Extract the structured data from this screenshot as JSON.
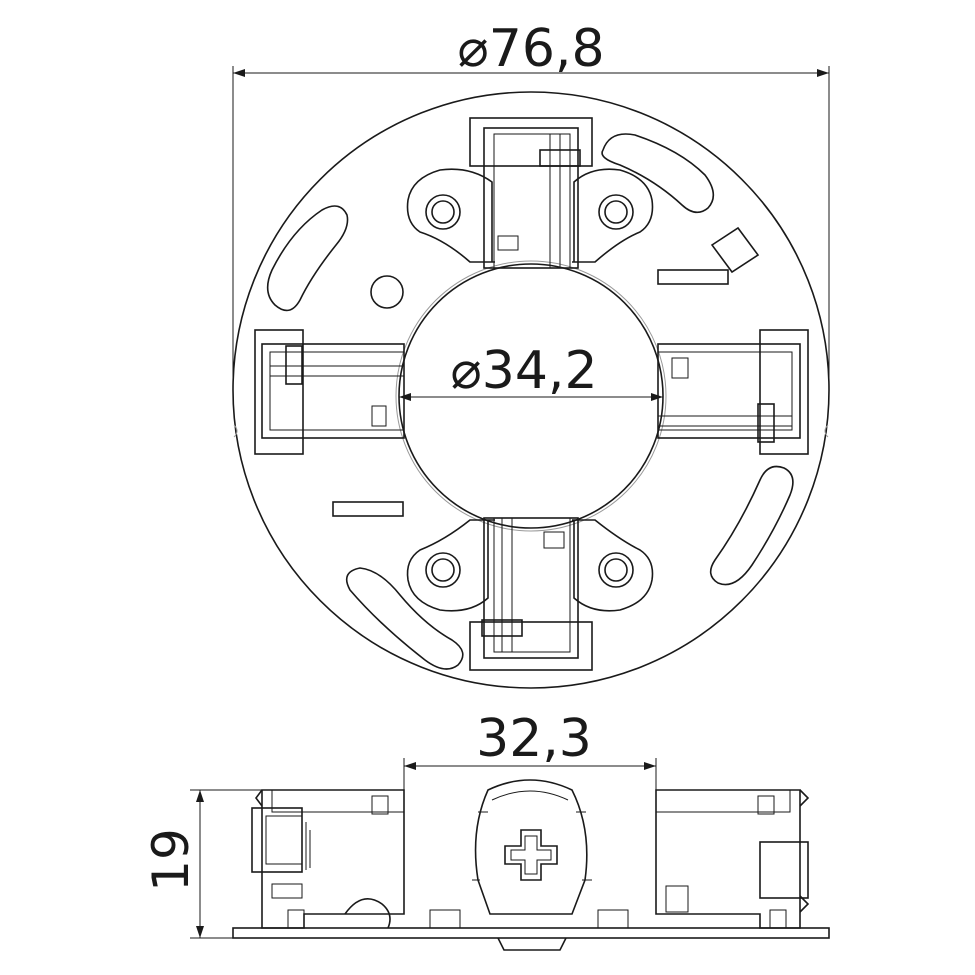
{
  "dimensions": {
    "outer_diameter": "76,8",
    "inner_diameter": "34,2",
    "width_bottom": "32,3",
    "height": "19"
  },
  "symbols": {
    "diameter": "⌀"
  }
}
